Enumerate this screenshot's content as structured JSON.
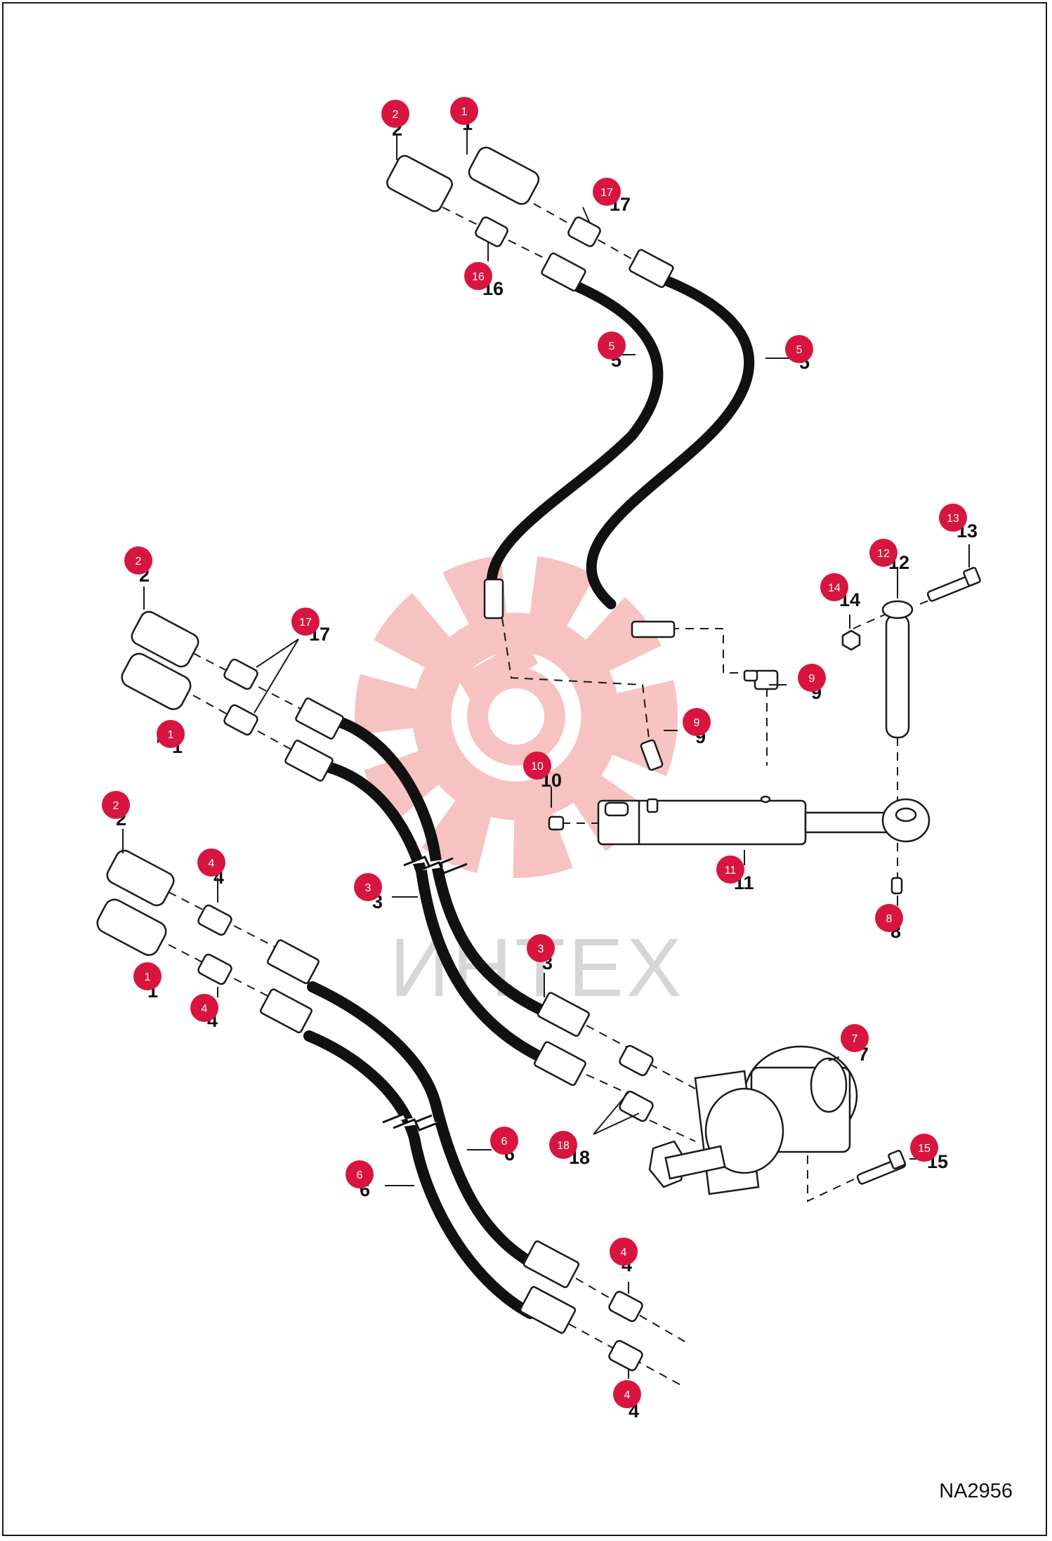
{
  "drawing_id": "NA2956",
  "watermark": {
    "text": "ИНТЕХ",
    "color": "#f6b8b8",
    "text_color": "#d6d6d6"
  },
  "colors": {
    "callout_fill": "#d7153f",
    "line": "#1a1a1a",
    "hose": "#111111"
  },
  "callouts": [
    {
      "id": "2",
      "label": "2"
    },
    {
      "id": "1",
      "label": "1"
    },
    {
      "id": "17",
      "label": "17"
    },
    {
      "id": "16",
      "label": "16"
    },
    {
      "id": "5",
      "label": "5"
    },
    {
      "id": "5",
      "label": "5"
    },
    {
      "id": "13",
      "label": "13"
    },
    {
      "id": "12",
      "label": "12"
    },
    {
      "id": "14",
      "label": "14"
    },
    {
      "id": "2",
      "label": "2"
    },
    {
      "id": "17",
      "label": "17"
    },
    {
      "id": "9",
      "label": "9"
    },
    {
      "id": "1",
      "label": "1"
    },
    {
      "id": "9",
      "label": "9"
    },
    {
      "id": "10",
      "label": "10"
    },
    {
      "id": "2",
      "label": "2"
    },
    {
      "id": "4",
      "label": "4"
    },
    {
      "id": "11",
      "label": "11"
    },
    {
      "id": "3",
      "label": "3"
    },
    {
      "id": "8",
      "label": "8"
    },
    {
      "id": "3",
      "label": "3"
    },
    {
      "id": "1",
      "label": "1"
    },
    {
      "id": "4",
      "label": "4"
    },
    {
      "id": "7",
      "label": "7"
    },
    {
      "id": "6",
      "label": "6"
    },
    {
      "id": "18",
      "label": "18"
    },
    {
      "id": "6",
      "label": "6"
    },
    {
      "id": "15",
      "label": "15"
    },
    {
      "id": "4",
      "label": "4"
    },
    {
      "id": "4",
      "label": "4"
    }
  ]
}
